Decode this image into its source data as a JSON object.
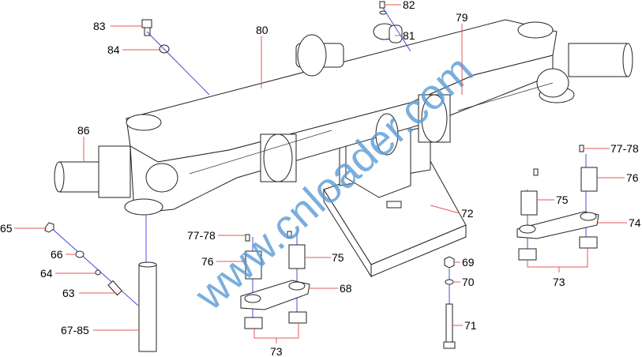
{
  "title": "Front axle exploded view",
  "watermark": "www.cnloader.com",
  "colors": {
    "leader": "#e35a5a",
    "axis": "#3a3ad8",
    "watermark": "#5b9bd5"
  },
  "callouts": {
    "c83": "83",
    "c84": "84",
    "c80": "80",
    "c82": "82",
    "c81": "81",
    "c79": "79",
    "c86": "86",
    "c65": "65",
    "c66": "66",
    "c64": "64",
    "c63": "63",
    "c6785": "67-85",
    "c7778a": "77-78",
    "c76a": "76",
    "c75a": "75",
    "c68": "68",
    "c73a": "73",
    "c72": "72",
    "c69": "69",
    "c70": "70",
    "c71": "71",
    "c7778b": "77-78",
    "c76b": "76",
    "c75b": "75",
    "c74": "74",
    "c73b": "73"
  }
}
